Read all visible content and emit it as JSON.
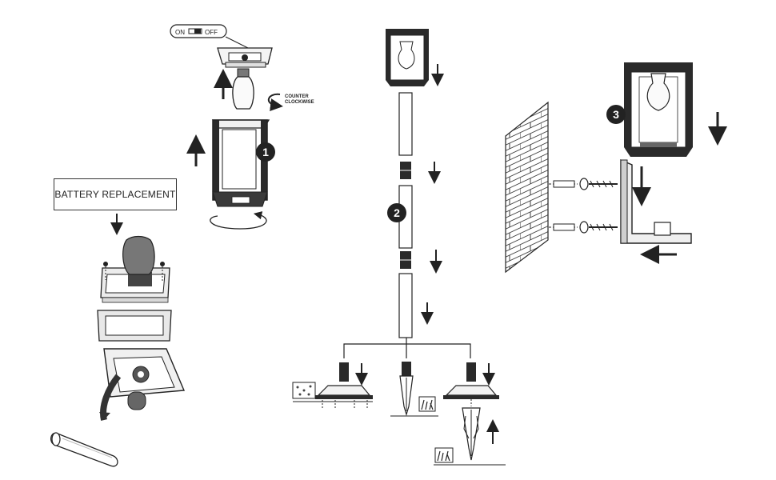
{
  "switch": {
    "on_label": "ON",
    "off_label": "OFF"
  },
  "rotation": {
    "line1": "COUNTER",
    "line2": "CLOCKWISE"
  },
  "battery": {
    "label": "BATTERY REPLACEMENT"
  },
  "steps": {
    "one": "1",
    "two": "2",
    "three": "3"
  },
  "colors": {
    "ink": "#222222",
    "fill_dark": "#2a2a2a",
    "fill_light": "#f2f2f2"
  }
}
